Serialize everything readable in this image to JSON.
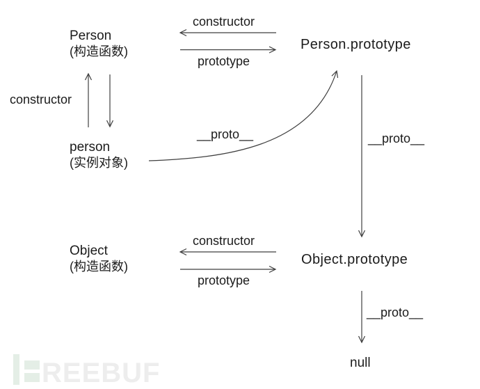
{
  "diagram": {
    "person_node": {
      "label": "Person",
      "sub": "(构造函数)"
    },
    "person_instance_node": {
      "label": "person",
      "sub": "(实例对象)"
    },
    "person_prototype_node": {
      "label": "Person.prototype"
    },
    "object_node": {
      "label": "Object",
      "sub": "(构造函数)"
    },
    "object_prototype_node": {
      "label": "Object.prototype"
    },
    "null_node": {
      "label": "null"
    },
    "edge_labels": {
      "constructor_top": "constructor",
      "prototype_top": "prototype",
      "constructor_left": "constructor",
      "proto_curved": "__proto__",
      "proto_right": "__proto__",
      "constructor_bottom": "constructor",
      "prototype_bottom": "prototype",
      "proto_to_null": "__proto__"
    },
    "colors": {
      "line": "#3f3f3f",
      "text": "#1b1b1b"
    }
  },
  "watermark": {
    "text": "REEBUF",
    "bar_color": "#e4eee6",
    "text_color": "#ededed"
  }
}
